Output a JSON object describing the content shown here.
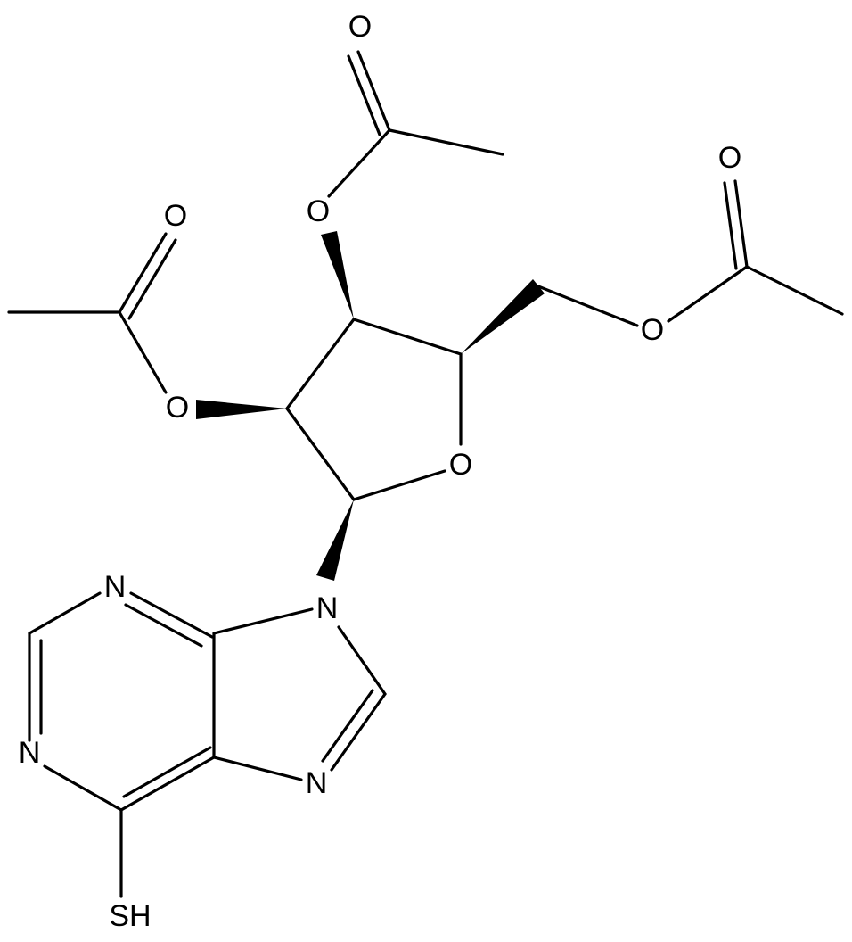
{
  "diagram": {
    "atom_labels": {
      "o_ring": "O",
      "o_ester_2": "O",
      "o_carbonyl_2": "O",
      "o_ester_3": "O",
      "o_carbonyl_3": "O",
      "o_ester_5": "O",
      "o_carbonyl_5": "O",
      "n1": "N",
      "n3": "N",
      "n7": "N",
      "n9": "N",
      "sh": "SH"
    },
    "colors": {
      "bond": "#000000",
      "background": "#ffffff"
    }
  }
}
